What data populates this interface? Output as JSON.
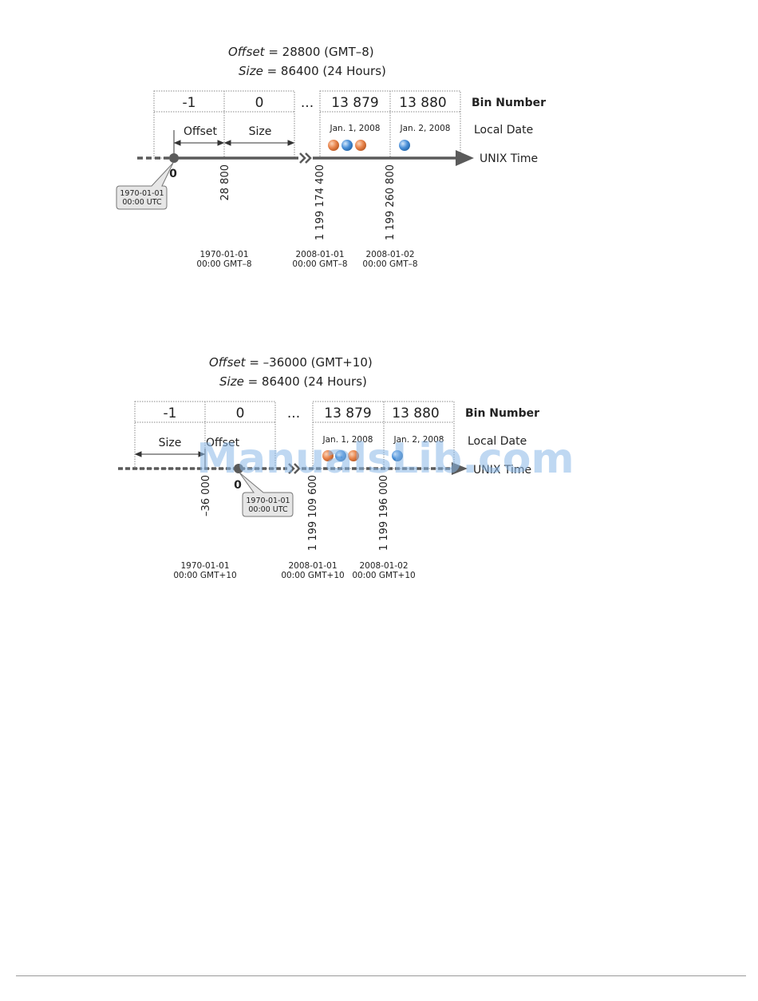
{
  "diagrams": [
    {
      "offset_label": "Offset",
      "offset_value": " = 28800  (GMT–8)",
      "size_label": "Size",
      "size_value": " = 86400  (24 Hours)",
      "bins": [
        "-1",
        "0",
        "...",
        "13 879",
        "13 880"
      ],
      "bin_number_label": "Bin Number",
      "local_date_label": "Local Date",
      "unix_time_label": "UNIX Time",
      "seg_first": "Offset",
      "seg_second": "Size",
      "local_dates": [
        "Jan. 1, 2008",
        "Jan. 2, 2008"
      ],
      "zero_label": "0",
      "origin_line1": "1970-01-01",
      "origin_line2": "00:00 UTC",
      "ticks": [
        "28 800",
        "1 199 174 400",
        "1 199 260 800"
      ],
      "bottom_dates": [
        {
          "line1": "1970-01-01",
          "line2": "00:00 GMT–8"
        },
        {
          "line1": "2008-01-01",
          "line2": "00:00 GMT–8"
        },
        {
          "line1": "2008-01-02",
          "line2": "00:00 GMT–8"
        }
      ]
    },
    {
      "offset_label": "Offset",
      "offset_value": " = –36000  (GMT+10)",
      "size_label": "Size",
      "size_value": " = 86400  (24 Hours)",
      "bins": [
        "-1",
        "0",
        "...",
        "13 879",
        "13 880"
      ],
      "bin_number_label": "Bin Number",
      "local_date_label": "Local Date",
      "unix_time_label": "UNIX Time",
      "seg_first": "Size",
      "seg_second": "Offset",
      "local_dates": [
        "Jan. 1, 2008",
        "Jan. 2, 2008"
      ],
      "zero_label": "0",
      "origin_line1": "1970-01-01",
      "origin_line2": "00:00 UTC",
      "ticks": [
        "–36 000",
        "1 199 109 600",
        "1 199 196 000"
      ],
      "bottom_dates": [
        {
          "line1": "1970-01-01",
          "line2": "00:00 GMT+10"
        },
        {
          "line1": "2008-01-01",
          "line2": "00:00 GMT+10"
        },
        {
          "line1": "2008-01-02",
          "line2": "00:00 GMT+10"
        }
      ]
    }
  ],
  "watermark": "ManualsLib.com",
  "colors": {
    "axis": "#5a5a5a",
    "orange_bead": "#e8834a",
    "blue_bead": "#4a90d9",
    "box_border": "#8a8a8a",
    "callout_fill": "#e6e6e6"
  }
}
